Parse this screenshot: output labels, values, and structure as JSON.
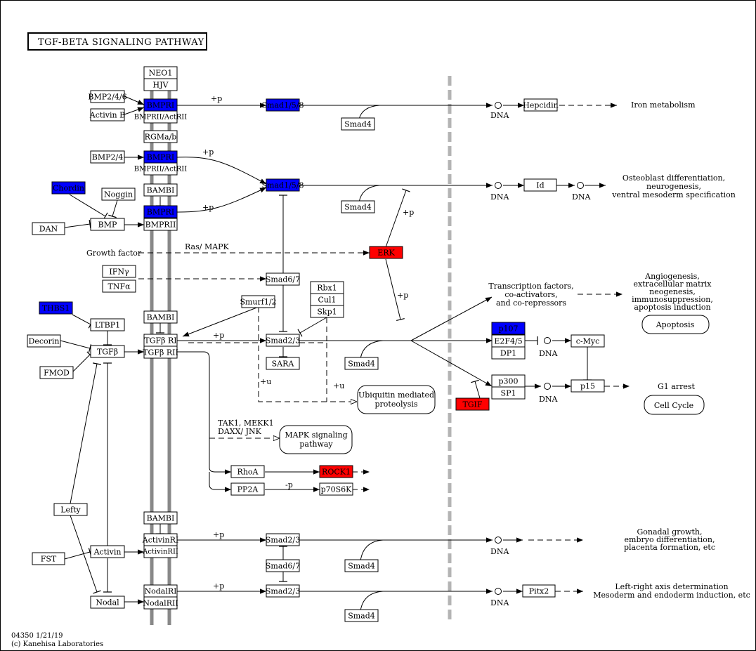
{
  "title": "TGF-BETA SIGNALING PATHWAY",
  "footer": {
    "code_date": "04350 1/21/19",
    "copyright": "(c) Kanehisa Laboratories"
  },
  "colors": {
    "highlight_blue": "#0000ff",
    "highlight_red": "#ff0000",
    "membrane_gray": "#888888",
    "nuclear_membrane_gray": "#b4b4b4",
    "box_default": "#ffffff"
  },
  "nodes": {
    "neo1": "NEO1",
    "hjv": "HJV",
    "bmp246": "BMP2/4/6",
    "activinb": "Activin B",
    "bmpri_1": "BMPRI",
    "bmprii_actrii_1": "BMPRII/ActRII",
    "rgma": "RGMa/b",
    "bmp24": "BMP2/4",
    "bmpri_2": "BMPRI",
    "bmprii_actrii_2": "BMPRII/ActRII",
    "bambi_1": "BAMBI",
    "chordin": "Chordin",
    "noggin": "Noggin",
    "dan": "DAN",
    "bmp": "BMP",
    "bmpri_3": "BMPRI",
    "bmprii_3": "BMPRII",
    "ifng": "IFNγ",
    "tnfa": "TNFα",
    "thbs1": "THBS1",
    "ltbp1": "LTBP1",
    "bambi_2": "BAMBI",
    "decorin": "Decorin",
    "tgfb": "TGFβ",
    "fmod": "FMOD",
    "tgfbri": "TGFβ RI",
    "tgfbrii": "TGFβ RII",
    "lefty": "Lefty",
    "bambi_3": "BAMBI",
    "fst": "FST",
    "activin": "Activin",
    "activinri": "ActivinRI",
    "activinrii": "ActivinRII",
    "nodal": "Nodal",
    "nodalri": "NodalRI",
    "nodalrii": "NodalRII",
    "smad158_1": "Smad1/5/8",
    "smad4_1": "Smad4",
    "smad158_2": "Smad1/5/8",
    "smad4_2": "Smad4",
    "erk": "ERK",
    "smad67_1": "Smad6/7",
    "smurf12": "Smurf1/2",
    "rbx1": "Rbx1",
    "cul1": "Cul1",
    "skp1": "Skp1",
    "smad23_1": "Smad2/3",
    "sara": "SARA",
    "smad4_3": "Smad4",
    "rhoa": "RhoA",
    "rock1": "ROCK1",
    "pp2a": "PP2A",
    "p70s6k": "p70S6K",
    "smad23_2": "Smad2/3",
    "smad67_2": "Smad6/7",
    "smad4_4": "Smad4",
    "smad23_3": "Smad2/3",
    "smad4_5": "Smad4",
    "hepcidin": "Hepcidin",
    "id": "Id",
    "p107": "p107",
    "e2f45": "E2F4/5",
    "dp1": "DP1",
    "cmyc": "c-Myc",
    "p300": "p300",
    "sp1": "SP1",
    "p15": "p15",
    "tgif": "TGIF",
    "pitx2": "Pitx2"
  },
  "pathway_boxes": {
    "ubiquitin": "Ubiquitin mediated proteolysis",
    "mapk": "MAPK signaling pathway",
    "apoptosis": "Apoptosis",
    "cell_cycle": "Cell Cycle"
  },
  "labels": {
    "dna": "DNA",
    "growth_factor": "Growth factor",
    "ras_mapk": "Ras/ MAPK",
    "tak1_line1": "TAK1, MEKK1",
    "tak1_line2": "DAXX/ JNK",
    "plus_p": "+p",
    "minus_p": "-p",
    "plus_u": "+u"
  },
  "outcomes": {
    "iron": "Iron metabolism",
    "osteoblast": [
      "Osteoblast differentiation,",
      "neurogenesis,",
      "ventral mesoderm specification"
    ],
    "transcription": [
      "Transcription factors,",
      "co-activators,",
      "and co-repressors"
    ],
    "angiogenesis": [
      "Angiogenesis,",
      "extracellular matrix",
      "neogenesis,",
      "immunosuppression,",
      "apoptosis induction"
    ],
    "g1_arrest": "G1 arrest",
    "gonadal": [
      "Gonadal growth,",
      "embryo differentiation,",
      "placenta formation, etc"
    ],
    "leftright": [
      "Left-right axis determination",
      "Mesoderm and endoderm induction, etc"
    ]
  },
  "highlights": {
    "blue": [
      "bmpri_1",
      "smad158_1",
      "bmpri_2",
      "smad158_2",
      "chordin",
      "bmpri_3",
      "thbs1",
      "p107"
    ],
    "red": [
      "erk",
      "rock1",
      "tgif"
    ]
  }
}
